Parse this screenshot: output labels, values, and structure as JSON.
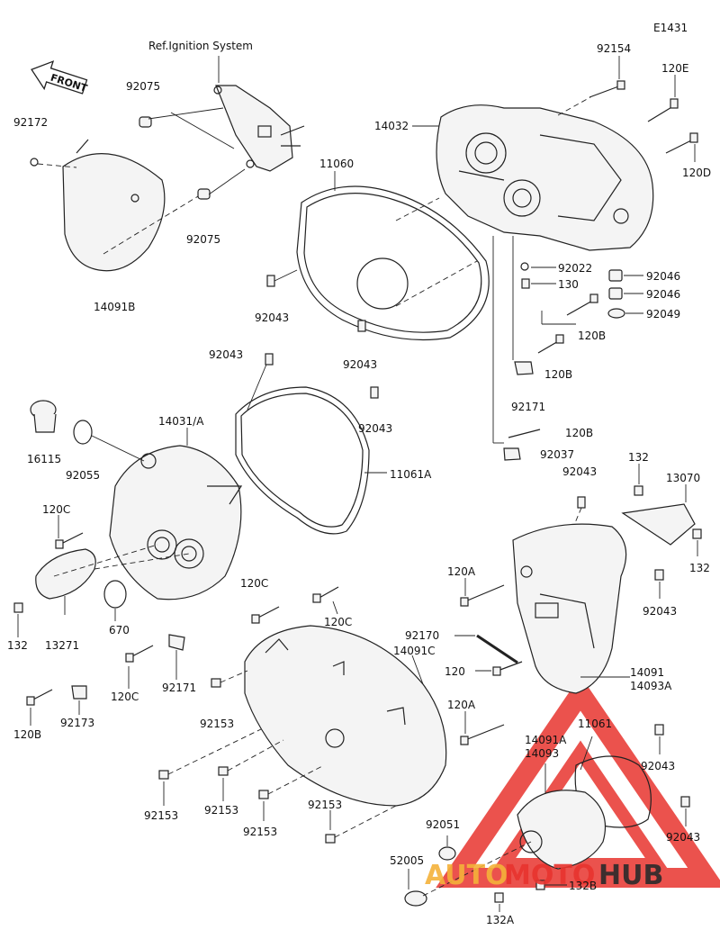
{
  "diagram": {
    "code": "E1431",
    "ref_note": "Ref.Ignition System",
    "front_label": "FRONT",
    "watermark": {
      "auto": "AUTO",
      "moto": "MOTO",
      "hub": "HUB"
    },
    "colors": {
      "line": "#222222",
      "watermark_red": "#e8342e",
      "watermark_orange": "#f4b23a",
      "watermark_dark": "#2b2b2b"
    },
    "labels": {
      "l92154": "92154",
      "l120E": "120E",
      "l14032": "14032",
      "l120D": "120D",
      "l92075a": "92075",
      "l92172": "92172",
      "l92075b": "92075",
      "l14091B": "14091B",
      "l11060": "11060",
      "l92043a": "92043",
      "l92043b": "92043",
      "l92022": "92022",
      "l130": "130",
      "l92046a": "92046",
      "l92046b": "92046",
      "l92049": "92049",
      "l120Ba": "120B",
      "l120Bb": "120B",
      "l92171a": "92171",
      "l120Bc": "120B",
      "l92037": "92037",
      "l92043c": "92043",
      "l92043d": "92043",
      "l14031A": "14031/A",
      "l16115": "16115",
      "l92055": "92055",
      "l11061A": "11061A",
      "l120Ca": "120C",
      "l132a": "132",
      "l13070": "13070",
      "l92043e": "92043",
      "l132b": "132",
      "l132c": "132",
      "l13271": "13271",
      "l670": "670",
      "l120Cb": "120C",
      "l120Cc": "120C",
      "l120A": "120A",
      "l92043f": "92043",
      "l92170": "92170",
      "l14091C": "14091C",
      "l120Cd": "120C",
      "l92171b": "92171",
      "l120": "120",
      "l14091": "14091",
      "l14093A": "14093A",
      "l120Bd": "120B",
      "l92173": "92173",
      "l92153a": "92153",
      "l120Ab": "120A",
      "l11061": "11061",
      "l14091A": "14091A",
      "l14093": "14093",
      "l92043g": "92043",
      "l92153b": "92153",
      "l92153c": "92153",
      "l92153d": "92153",
      "l92153e": "92153",
      "l92051": "92051",
      "l92043h": "92043",
      "l52005": "52005",
      "l132A": "132A",
      "l132B": "132B"
    }
  }
}
